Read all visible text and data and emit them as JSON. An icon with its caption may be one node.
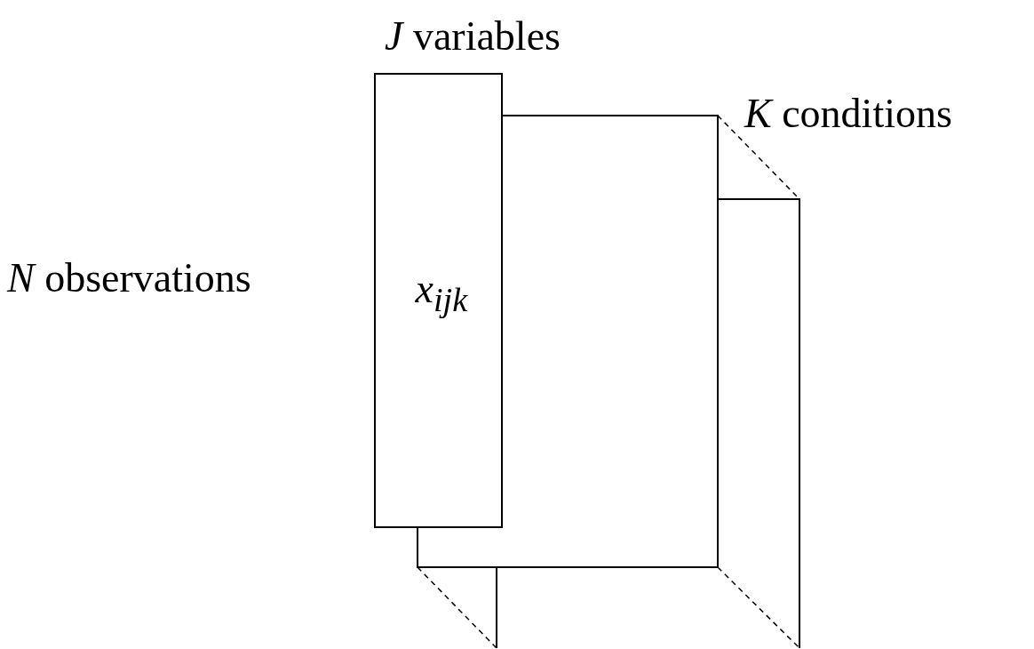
{
  "diagram": {
    "nodes": [
      {
        "text": [
          "x$_{ijk}$"
        ]
      }
    ],
    "labels": [
      "*J* variables",
      "*K* conditions",
      "*N* observations"
    ]
  }
}
